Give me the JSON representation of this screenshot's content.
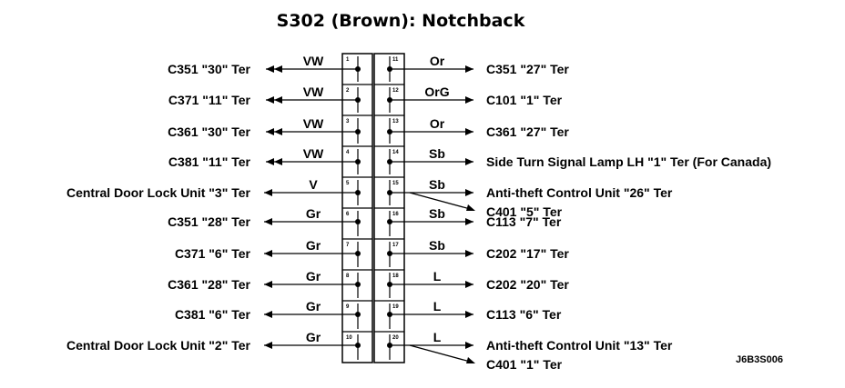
{
  "title": "S302 (Brown): Notchback",
  "doc_id": "J6B3S006",
  "rows": [
    {
      "left_label": "C351  \"30\" Ter",
      "left_code": "VW",
      "right_code": "Or",
      "right_labels": [
        "C351  \"27\" Ter"
      ],
      "left_pin": "1",
      "right_pin": "11"
    },
    {
      "left_label": "C371  \"11\" Ter",
      "left_code": "VW",
      "right_code": "OrG",
      "right_labels": [
        "C101  \"1\" Ter"
      ],
      "left_pin": "2",
      "right_pin": "12"
    },
    {
      "left_label": "C361  \"30\" Ter",
      "left_code": "VW",
      "right_code": "Or",
      "right_labels": [
        "C361  \"27\" Ter"
      ],
      "left_pin": "3",
      "right_pin": "13"
    },
    {
      "left_label": "C381  \"11\" Ter",
      "left_code": "VW",
      "right_code": "Sb",
      "right_labels": [
        "Side Turn Signal Lamp LH \"1\" Ter (For Canada)"
      ],
      "left_pin": "4",
      "right_pin": "14"
    },
    {
      "left_label": "Central Door Lock Unit  \"3\" Ter",
      "left_code": "V",
      "right_code": "Sb",
      "right_labels": [
        "Anti-theft Control Unit  \"26\" Ter",
        "C401  \"5\" Ter"
      ],
      "left_pin": "5",
      "right_pin": "15"
    },
    {
      "left_label": "C351  \"28\" Ter",
      "left_code": "Gr",
      "right_code": "Sb",
      "right_labels": [
        "C113  \"7\" Ter"
      ],
      "left_pin": "6",
      "right_pin": "16"
    },
    {
      "left_label": "C371  \"6\" Ter",
      "left_code": "Gr",
      "right_code": "Sb",
      "right_labels": [
        "C202  \"17\" Ter"
      ],
      "left_pin": "7",
      "right_pin": "17"
    },
    {
      "left_label": "C361  \"28\" Ter",
      "left_code": "Gr",
      "right_code": "L",
      "right_labels": [
        "C202  \"20\" Ter"
      ],
      "left_pin": "8",
      "right_pin": "18"
    },
    {
      "left_label": "C381  \"6\" Ter",
      "left_code": "Gr",
      "right_code": "L",
      "right_labels": [
        "C113  \"6\" Ter"
      ],
      "left_pin": "9",
      "right_pin": "19"
    },
    {
      "left_label": "Central Door Lock Unit  \"2\" Ter",
      "left_code": "Gr",
      "right_code": "L",
      "right_labels": [
        "Anti-theft Control Unit  \"13\" Ter",
        "C401  \"1\" Ter"
      ],
      "left_pin": "10",
      "right_pin": "20"
    }
  ]
}
